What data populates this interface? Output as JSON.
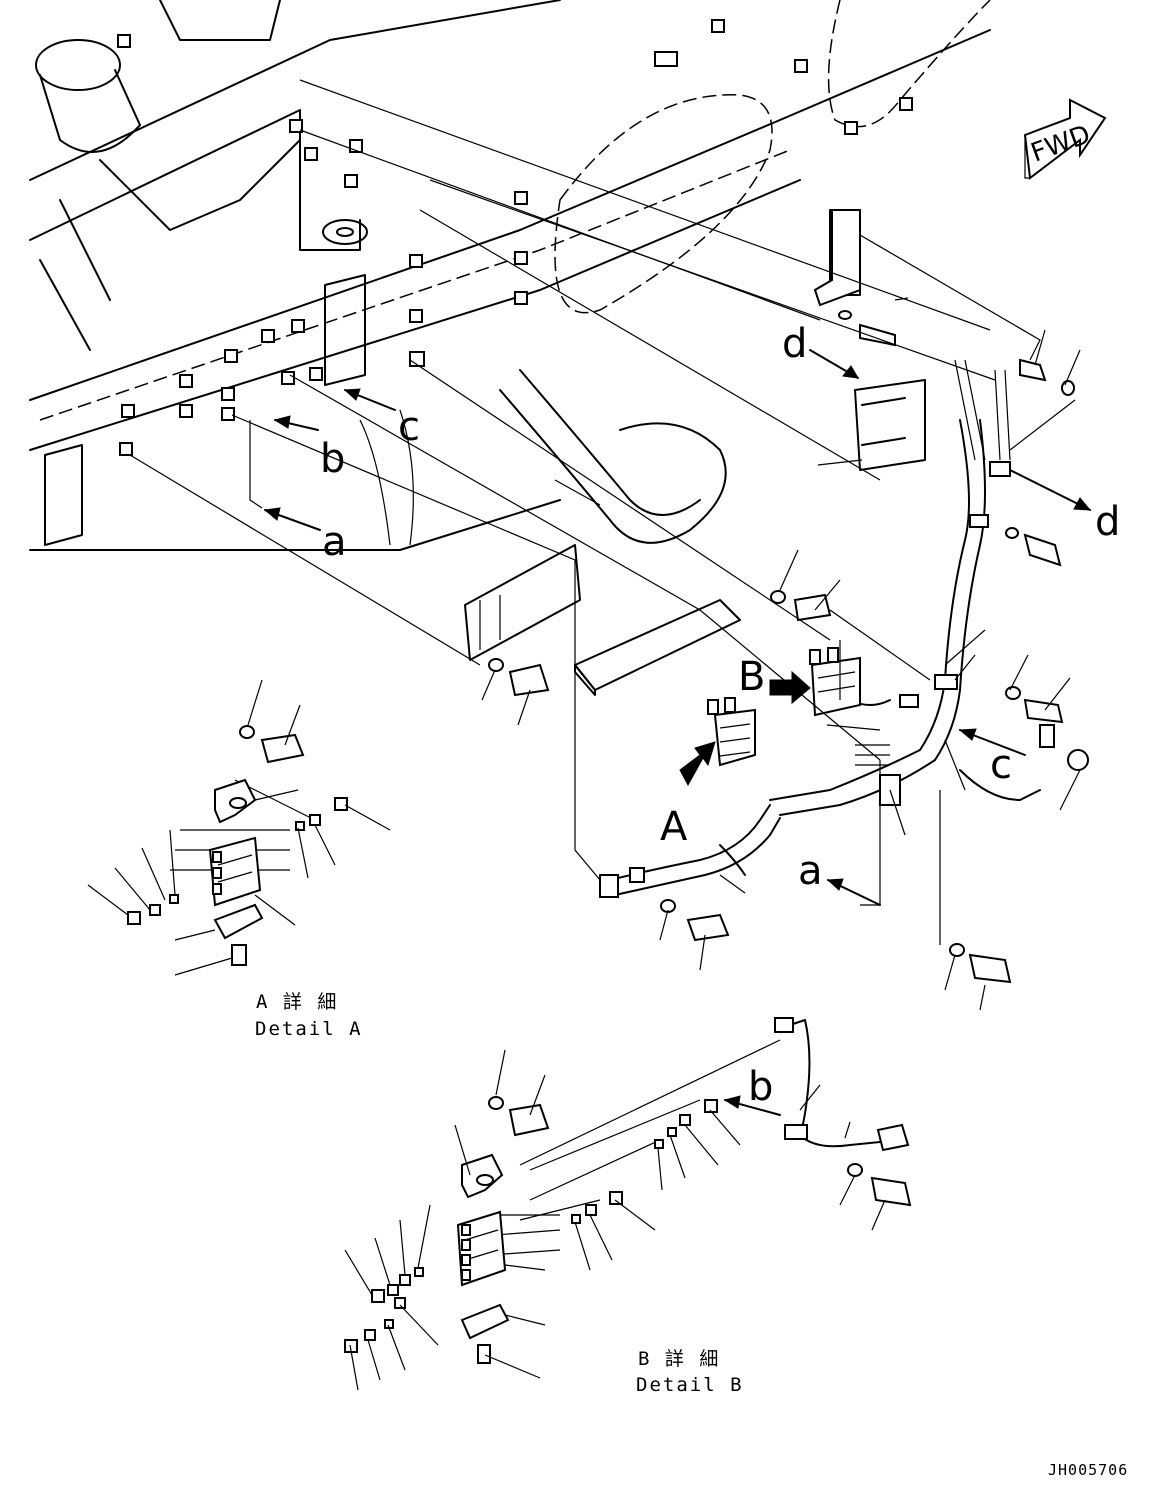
{
  "fwd_sign": {
    "text": "FWD"
  },
  "callouts": {
    "A": "A",
    "B": "B",
    "a": "a",
    "b": "b",
    "c": "c",
    "d": "d"
  },
  "captions": {
    "detail_a_jp": "A 詳 細",
    "detail_a_en": "Detail A",
    "detail_b_jp": "B 詳 細",
    "detail_b_en": "Detail B"
  },
  "drawing_code": "JH005706"
}
